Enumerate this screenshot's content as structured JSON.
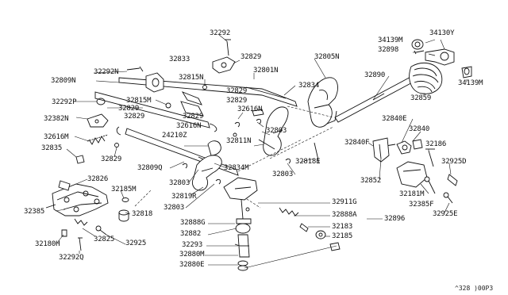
{
  "figure_code": "^328 )00P3",
  "parts": {
    "p32292": "32292",
    "p32833": "32833",
    "p32829a": "32829",
    "p32805N": "32805N",
    "p34139M_top": "34139M",
    "p34130Y": "34130Y",
    "p32898": "32898",
    "p34139M_right": "34139M",
    "p32292N": "32292N",
    "p32809N": "32809N",
    "p32815N": "32815N",
    "p32801N": "32801N",
    "p32834": "32834",
    "p32890": "32890",
    "p32859": "32859",
    "p32815M": "32815M",
    "p32829b": "32829",
    "p32829c": "32829",
    "p32292P": "32292P",
    "p32829d": "32829",
    "p32616N_a": "32616N",
    "p32382N": "32382N",
    "p32829e": "32829",
    "p32829f": "32829",
    "p32616N_b": "32616N",
    "p32803a": "32803",
    "p32840E": "32840E",
    "p32840": "32840",
    "p32616M": "32616M",
    "p24210Z": "24210Z",
    "p32811N": "32811N",
    "p32840F": "32840F",
    "p32186": "32186",
    "p32835": "32835",
    "p32829g": "32829",
    "p32809Q": "32809Q",
    "p32834M": "32834M",
    "p32818E": "32818E",
    "p32925D": "32925D",
    "p32803b": "32803",
    "p32852": "32852",
    "p32826": "32826",
    "p32803c": "32803",
    "p32185M": "32185M",
    "p32819R": "32819R",
    "p32181M": "32181M",
    "p32911G": "32911G",
    "p32385F": "32385F",
    "p32385": "32385",
    "p32818": "32818",
    "p32803d": "32803",
    "p32888A": "32888A",
    "p32925E": "32925E",
    "p32888G": "32888G",
    "p32896": "32896",
    "p32183": "32183",
    "p32882": "32882",
    "p32825": "32825",
    "p32925": "32925",
    "p32185": "32185",
    "p32180H": "32180H",
    "p32293": "32293",
    "p32880M": "32880M",
    "p32292Q": "32292Q",
    "p32880E": "32880E"
  }
}
